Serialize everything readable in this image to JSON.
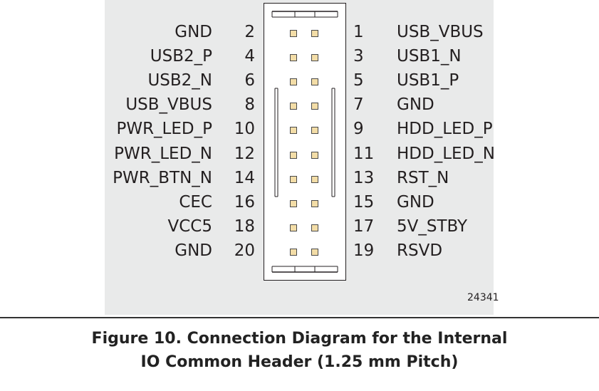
{
  "pins": [
    {
      "even_name": "GND",
      "even_num": "2",
      "odd_num": "1",
      "odd_name": "USB_VBUS"
    },
    {
      "even_name": "USB2_P",
      "even_num": "4",
      "odd_num": "3",
      "odd_name": "USB1_N"
    },
    {
      "even_name": "USB2_N",
      "even_num": "6",
      "odd_num": "5",
      "odd_name": "USB1_P"
    },
    {
      "even_name": "USB_VBUS",
      "even_num": "8",
      "odd_num": "7",
      "odd_name": "GND"
    },
    {
      "even_name": "PWR_LED_P",
      "even_num": "10",
      "odd_num": "9",
      "odd_name": "HDD_LED_P"
    },
    {
      "even_name": "PWR_LED_N",
      "even_num": "12",
      "odd_num": "11",
      "odd_name": "HDD_LED_N"
    },
    {
      "even_name": "PWR_BTN_N",
      "even_num": "14",
      "odd_num": "13",
      "odd_name": "RST_N"
    },
    {
      "even_name": "CEC",
      "even_num": "16",
      "odd_num": "15",
      "odd_name": "GND"
    },
    {
      "even_name": "VCC5",
      "even_num": "18",
      "odd_num": "17",
      "odd_name": "5V_STBY"
    },
    {
      "even_name": "GND",
      "even_num": "20",
      "odd_num": "19",
      "odd_name": "RSVD"
    }
  ],
  "part_number": "24341",
  "caption": {
    "line1": "Figure 10.  Connection Diagram for the Internal",
    "line2": "IO Common Header (1.25 mm Pitch)"
  },
  "colors": {
    "pin_fill": "#f3dda7",
    "panel": "#e9eaea"
  }
}
